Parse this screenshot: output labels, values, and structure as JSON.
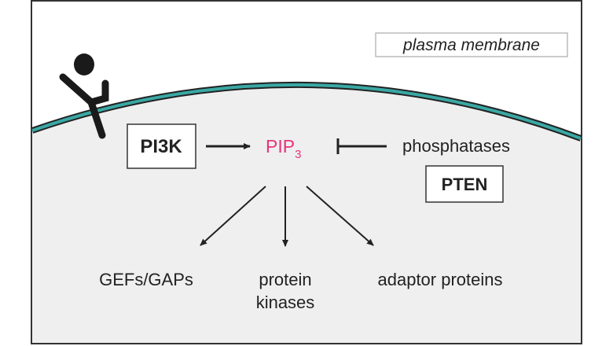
{
  "diagram": {
    "membrane_label": "plasma membrane",
    "pi3k": "PI3K",
    "pip3_main": "PIP",
    "pip3_sub": "3",
    "phosphatases": "phosphatases",
    "pten": "PTEN",
    "targets": [
      {
        "lines": [
          "GEFs/GAPs"
        ]
      },
      {
        "lines": [
          "protein",
          "kinases"
        ]
      },
      {
        "lines": [
          "adaptor proteins"
        ]
      }
    ]
  },
  "colors": {
    "membrane": "#3aa8a4",
    "pip3": "#e8347a",
    "cytoplasm": "#efefef"
  }
}
